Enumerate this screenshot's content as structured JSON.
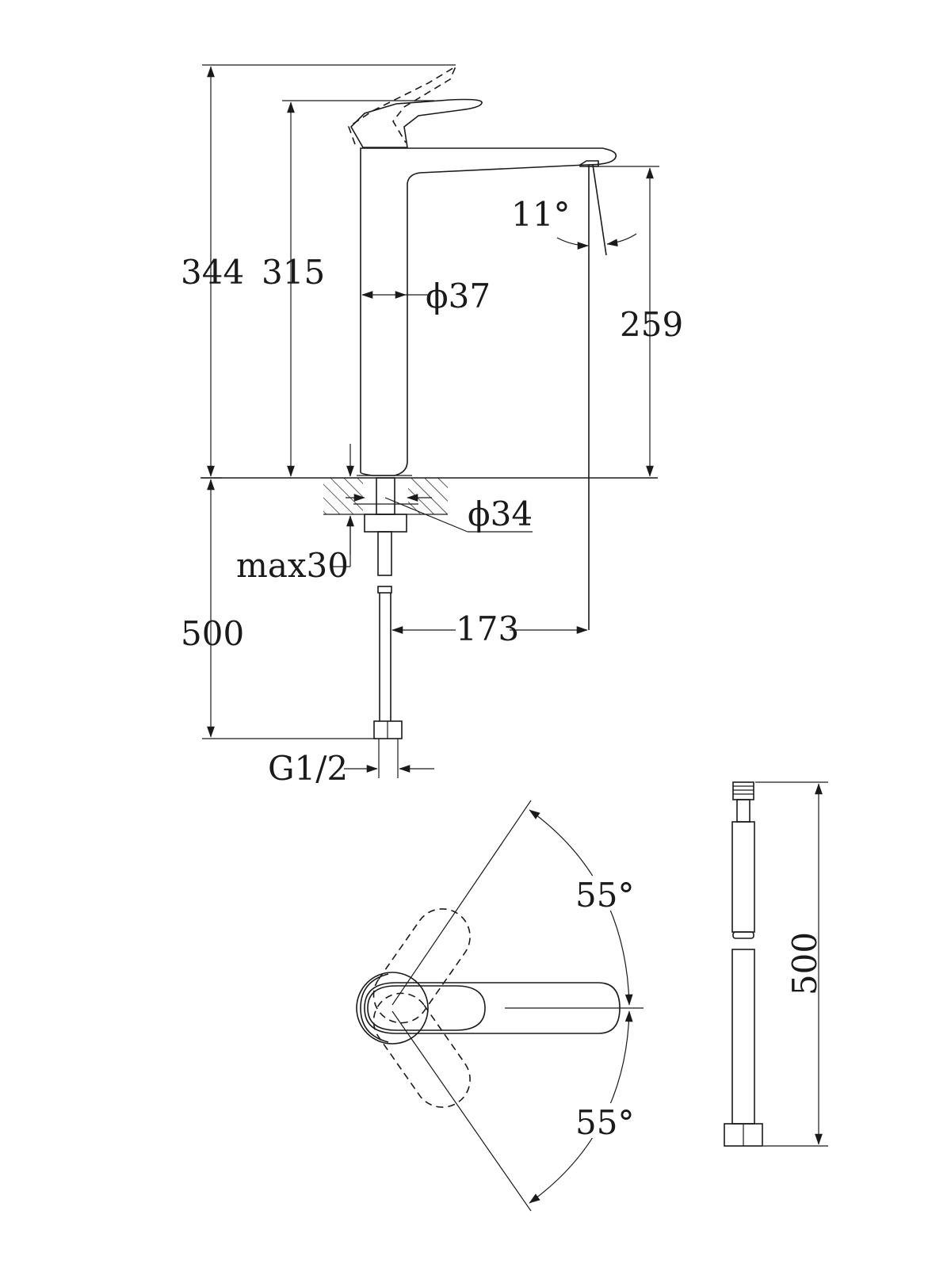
{
  "dimensions": {
    "overall_height_lever_up": "344",
    "overall_height": "315",
    "spout_outlet_height": "259",
    "body_diameter": "ϕ37",
    "hole_diameter": "ϕ34",
    "spout_angle": "11°",
    "max_deck_thickness": "max30",
    "hose_length_side": "500",
    "spout_reach": "173",
    "thread": "G1/2",
    "handle_angle_top": "55°",
    "handle_angle_bottom": "55°",
    "hose_length": "500"
  },
  "colors": {
    "line": "#1a1a1a",
    "background": "#ffffff"
  }
}
